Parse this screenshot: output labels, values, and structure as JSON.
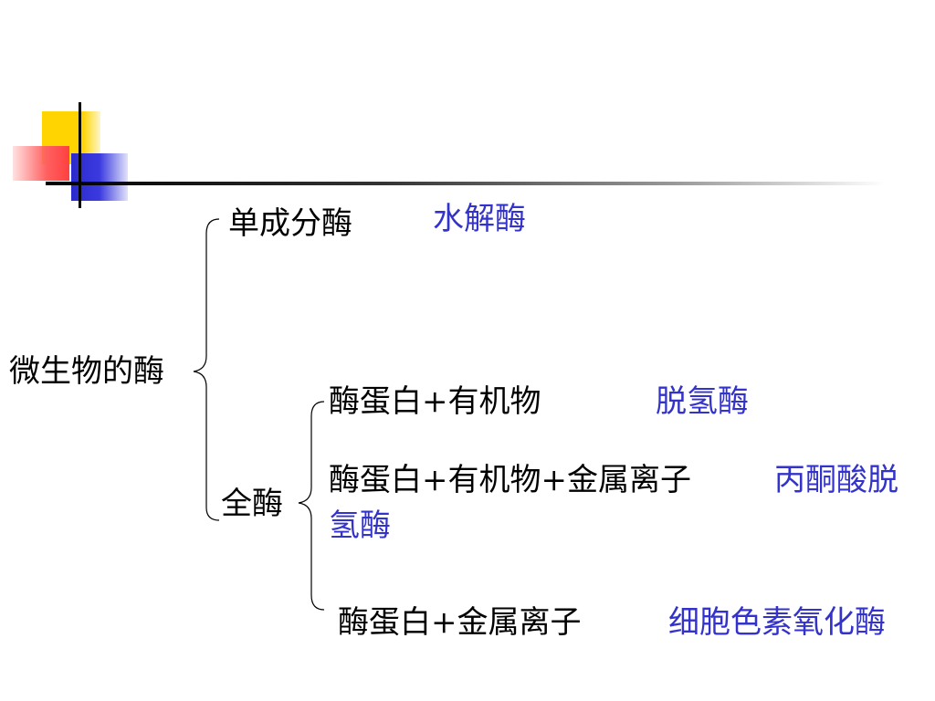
{
  "diagram": {
    "root": "微生物的酶",
    "branches": [
      {
        "label": "单成分酶",
        "example": "水解酶"
      },
      {
        "label": "全酶",
        "children": [
          {
            "label": "酶蛋白+有机物",
            "example": "脱氢酶"
          },
          {
            "label": "酶蛋白+有机物+金属离子",
            "example_line1": "丙酮酸脱",
            "example_line2": "氢酶"
          },
          {
            "label": "酶蛋白+金属离子",
            "example": "细胞色素氧化酶"
          }
        ]
      }
    ]
  },
  "colors": {
    "text": "#000000",
    "example": "#3333cc",
    "deco_yellow": "#ffd400",
    "deco_red": "#ff4040",
    "deco_blue": "#2a2acc"
  }
}
